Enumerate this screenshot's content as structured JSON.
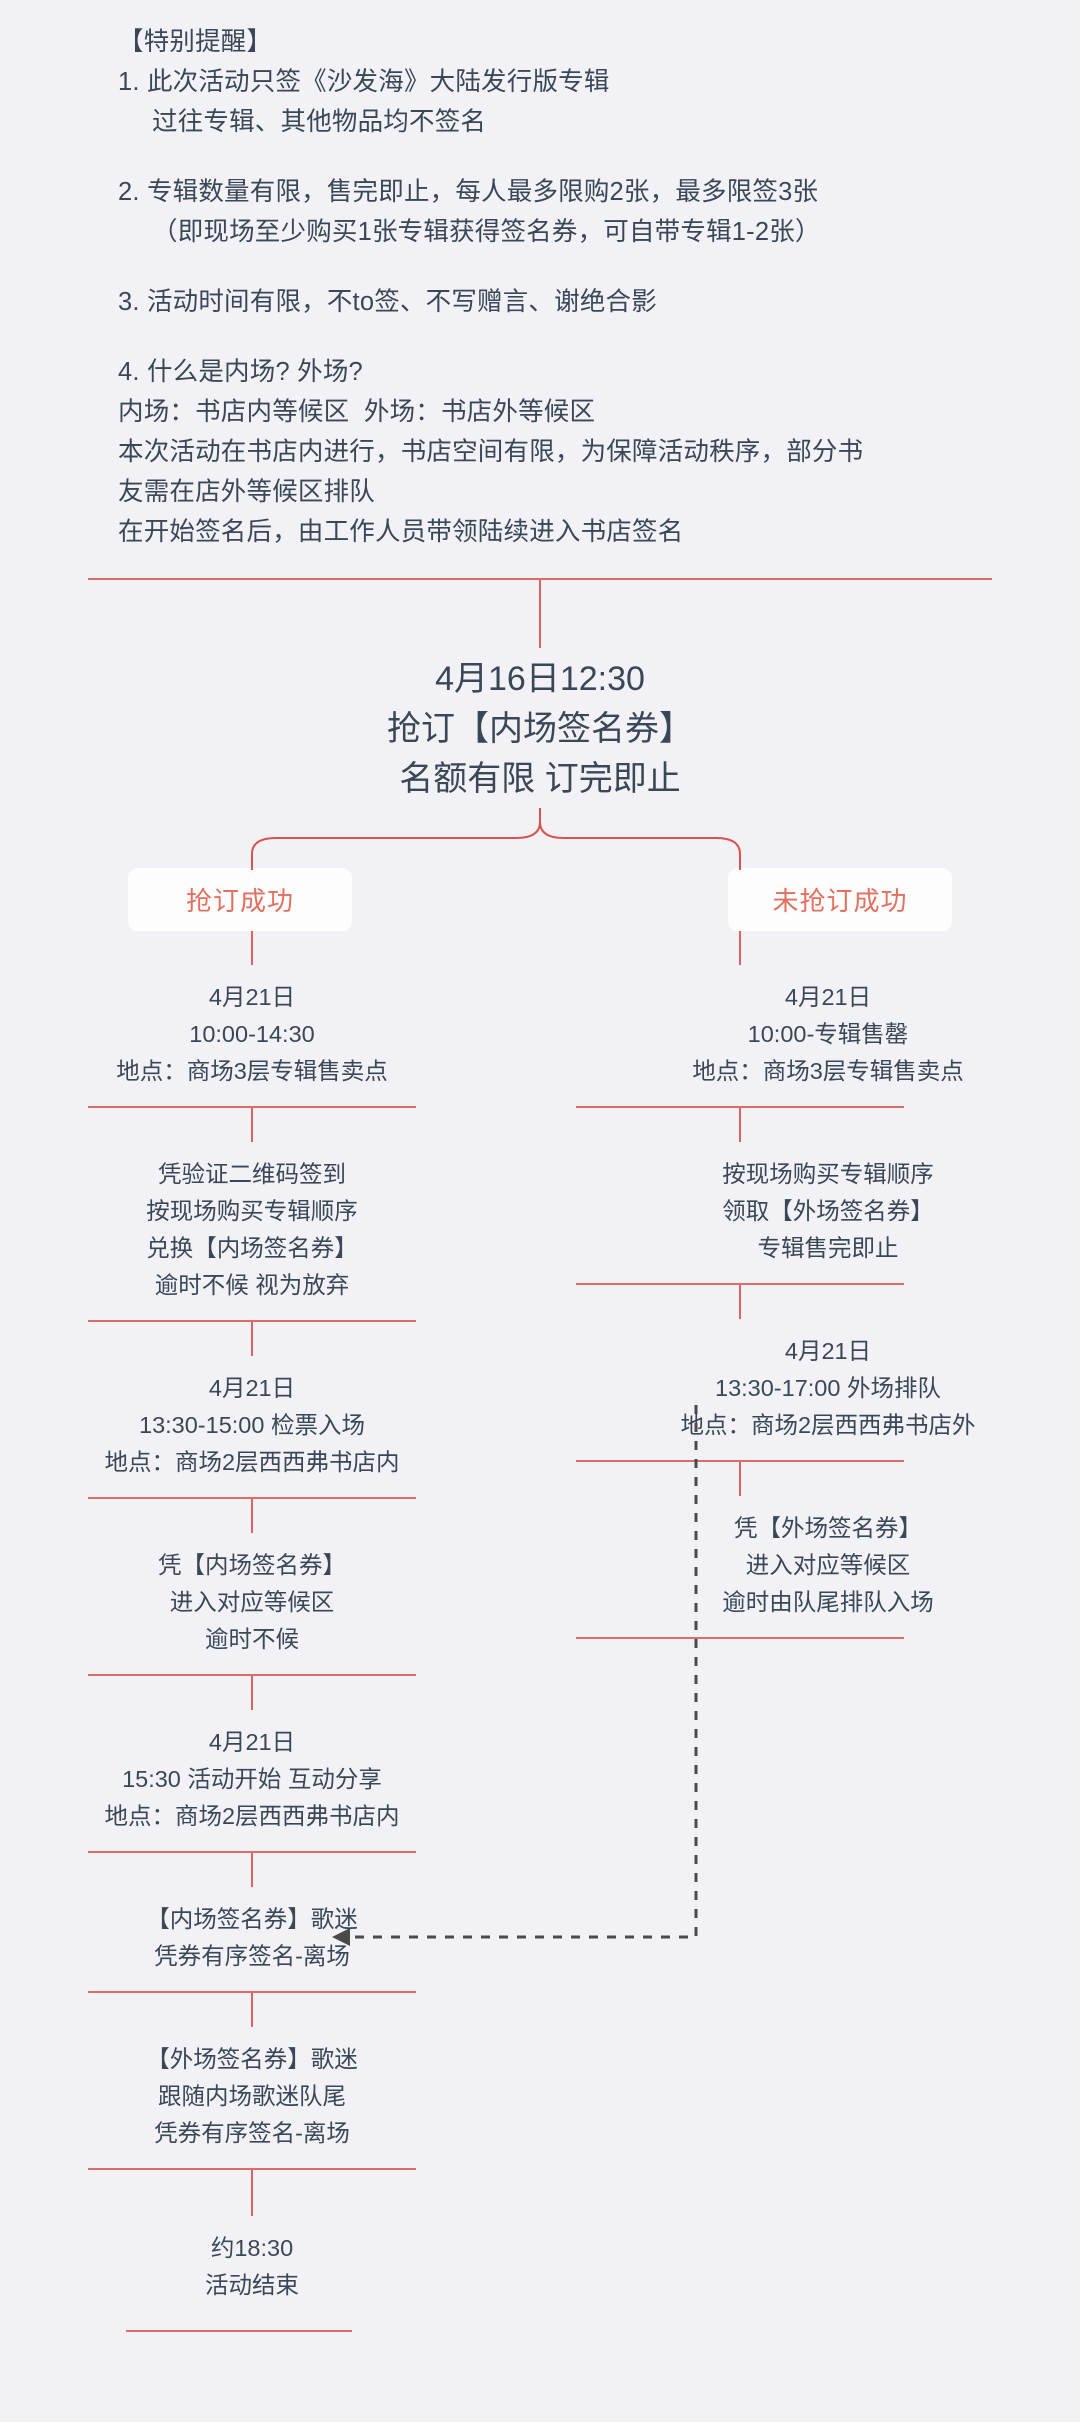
{
  "colors": {
    "background": "#f2f2f6",
    "text": "#3b4757",
    "accent_line": "#d9534f",
    "badge_text": "#e2705e",
    "badge_bg": "#fdfdfe",
    "dashed": "#4a4a4a"
  },
  "notice": {
    "heading": "【特别提醒】",
    "lines": [
      "1. 此次活动只签《沙发海》大陆发行版专辑",
      "过往专辑、其他物品均不签名",
      "2. 专辑数量有限，售完即止，每人最多限购2张，最多限签3张",
      "（即现场至少购买1张专辑获得签名券，可自带专辑1-2张）",
      "3. 活动时间有限，不to签、不写赠言、谢绝合影",
      "4. 什么是内场? 外场?",
      "内场：书店内等候区  外场：书店外等候区",
      "本次活动在书店内进行，书店空间有限，为保障活动秩序，部分书",
      "友需在店外等候区排队",
      "在开始签名后，由工作人员带领陆续进入书店签名"
    ]
  },
  "flow": {
    "title": {
      "line1": "4月16日12:30",
      "line2": "抢订【内场签名券】",
      "line3": "名额有限 订完即止"
    },
    "badges": {
      "left": "抢订成功",
      "right": "未抢订成功"
    },
    "left_column": [
      "4月21日\n10:00-14:30\n地点：商场3层专辑售卖点",
      "凭验证二维码签到\n按现场购买专辑顺序\n兑换【内场签名券】\n逾时不候 视为放弃",
      "4月21日\n13:30-15:00 检票入场\n地点：商场2层西西弗书店内",
      "凭【内场签名券】\n进入对应等候区\n逾时不候",
      "4月21日\n15:30 活动开始 互动分享\n地点：商场2层西西弗书店内",
      "【内场签名券】歌迷\n凭券有序签名-离场",
      "【外场签名券】歌迷\n跟随内场歌迷队尾\n凭券有序签名-离场"
    ],
    "right_column": [
      "4月21日\n10:00-专辑售罄\n地点：商场3层专辑售卖点",
      "按现场购买专辑顺序\n领取【外场签名券】\n专辑售完即止",
      "4月21日\n13:30-17:00 外场排队\n地点：商场2层西西弗书店外",
      "凭【外场签名券】\n进入对应等候区\n逾时由队尾排队入场"
    ],
    "end": "约18:30\n活动结束"
  }
}
